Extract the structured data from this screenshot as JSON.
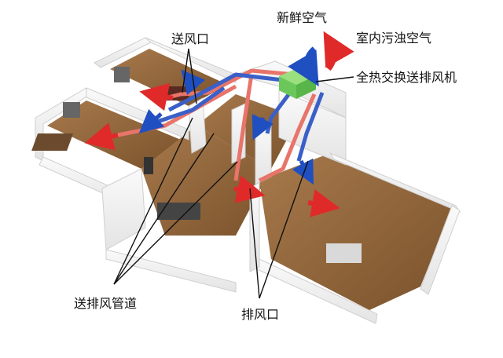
{
  "labels": {
    "supply_outlet": "送风口",
    "fresh_air": "新鲜空气",
    "indoor_dirty_air": "室内污浊空气",
    "heat_exchanger": "全热交换送排风机",
    "duct": "送排风管道",
    "exhaust_outlet": "排风口"
  },
  "colors": {
    "supply_duct": "#e8746a",
    "exhaust_duct": "#3a5fc8",
    "unit": "#7ed36a",
    "floor": "#9a6b3e",
    "wall": "#f2f2f2"
  }
}
